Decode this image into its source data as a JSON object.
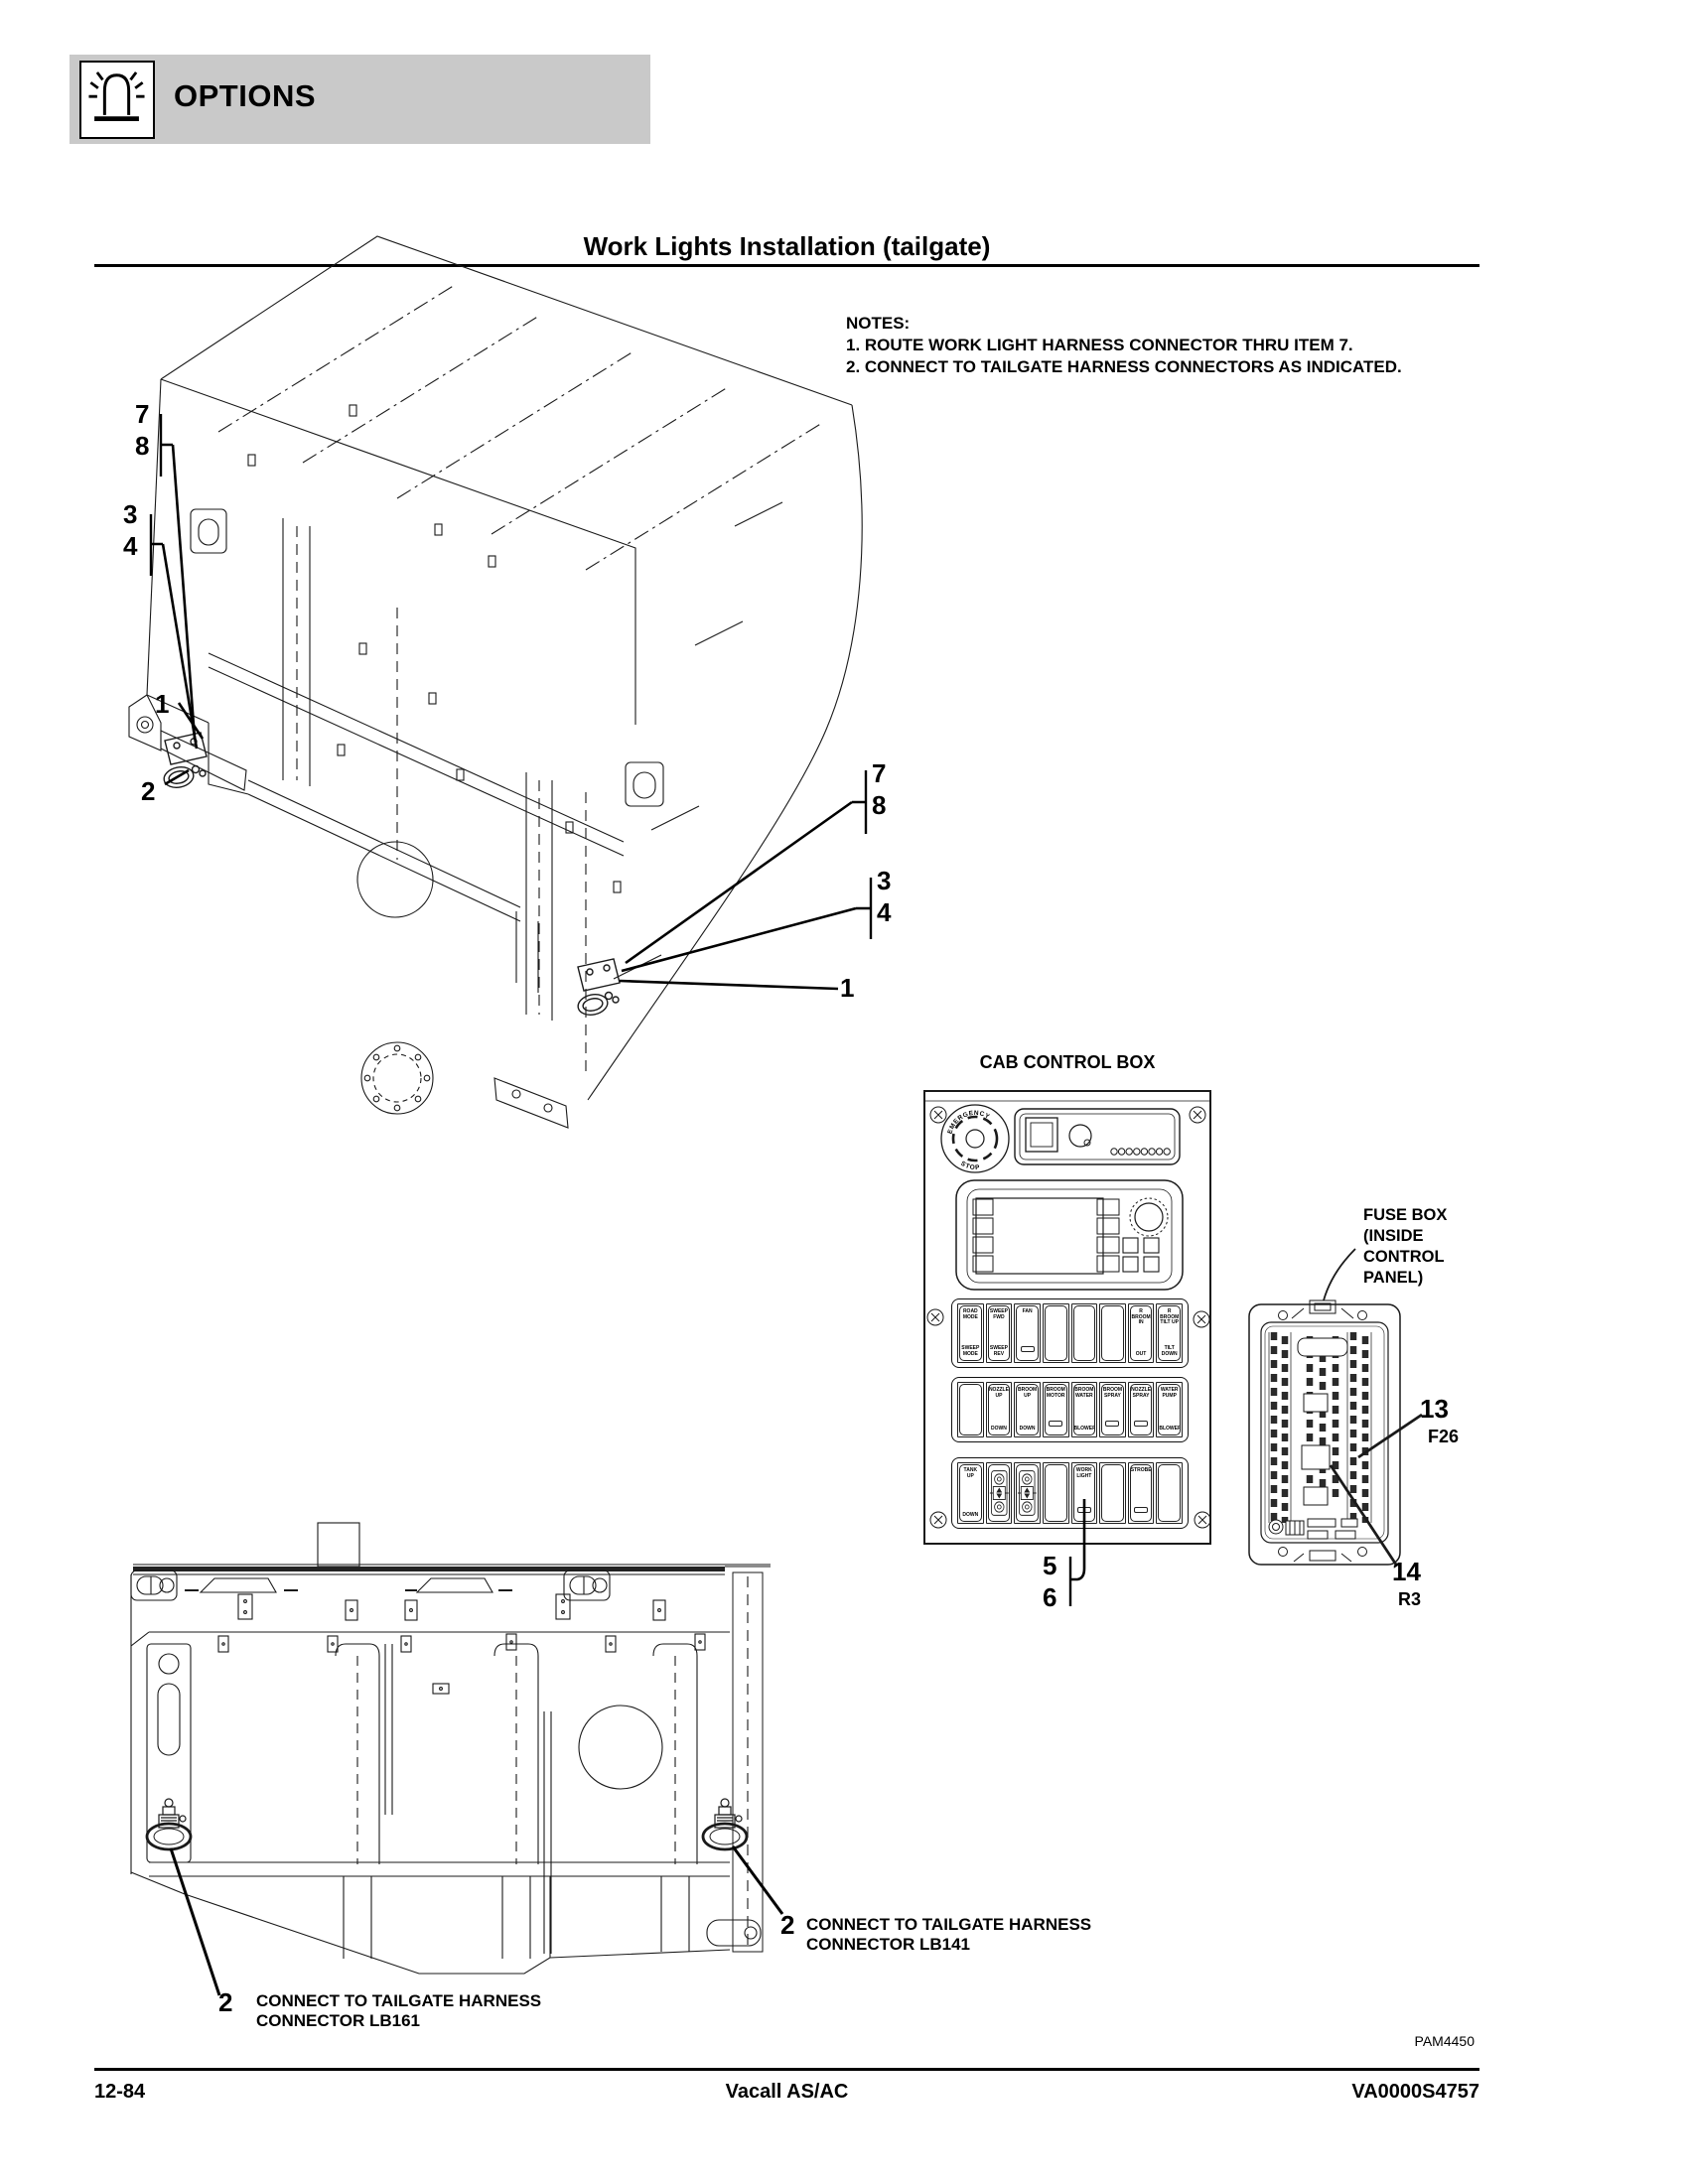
{
  "header": {
    "section_title": "OPTIONS"
  },
  "title": "Work Lights Installation (tailgate)",
  "notes": {
    "heading": "NOTES:",
    "note1": "1. ROUTE WORK LIGHT HARNESS CONNECTOR THRU ITEM 7.",
    "note2": "2. CONNECT TO TAILGATE HARNESS CONNECTORS AS INDICATED."
  },
  "main_diagram": {
    "callouts": {
      "left_78_a": "7",
      "left_78_b": "8",
      "left_34_a": "3",
      "left_34_b": "4",
      "left_1": "1",
      "left_2": "2",
      "right_78_a": "7",
      "right_78_b": "8",
      "right_34_a": "3",
      "right_34_b": "4",
      "right_1": "1"
    }
  },
  "cab_control_box": {
    "title": "CAB CONTROL BOX",
    "estop_top": "EMERGENCY",
    "estop_bottom": "STOP",
    "rows": [
      {
        "switches": [
          {
            "top": "ROAD MODE",
            "bottom": "SWEEP MODE"
          },
          {
            "top": "SWEEP FWD",
            "bottom": "SWEEP REV"
          },
          {
            "top": "FAN",
            "bottom": "",
            "indicator": true
          },
          {
            "top": "",
            "bottom": ""
          },
          {
            "top": "",
            "bottom": ""
          },
          {
            "top": "",
            "bottom": ""
          },
          {
            "top": "R BROOM IN",
            "bottom": "OUT"
          },
          {
            "top": "R BROOM TILT UP",
            "bottom": "TILT DOWN"
          }
        ]
      },
      {
        "switches": [
          {
            "top": "",
            "bottom": ""
          },
          {
            "top": "NOZZLE UP",
            "bottom": "DOWN"
          },
          {
            "top": "BROOM UP",
            "bottom": "DOWN"
          },
          {
            "top": "BROOM MOTOR",
            "bottom": "",
            "indicator": true
          },
          {
            "top": "BROOM WATER",
            "bottom": "BLOWER"
          },
          {
            "top": "BROOM SPRAY",
            "bottom": "",
            "indicator": true
          },
          {
            "top": "NOZZLE SPRAY",
            "bottom": "",
            "indicator": true
          },
          {
            "top": "WATER PUMP",
            "bottom": "BLOWER"
          }
        ]
      },
      {
        "switches": [
          {
            "top": "TANK UP",
            "bottom": "DOWN"
          },
          {
            "top": "",
            "bottom": "",
            "type": "joystick"
          },
          {
            "top": "",
            "bottom": "",
            "type": "joystick"
          },
          {
            "top": "",
            "bottom": ""
          },
          {
            "top": "WORK LIGHT",
            "bottom": "",
            "indicator": true
          },
          {
            "top": "",
            "bottom": ""
          },
          {
            "top": "STROBE",
            "bottom": "",
            "indicator": true
          },
          {
            "top": "",
            "bottom": ""
          }
        ]
      }
    ],
    "callout_5": "5",
    "callout_6": "6"
  },
  "fuse_box": {
    "label_line1": "FUSE BOX",
    "label_line2": "(INSIDE",
    "label_line3": "CONTROL",
    "label_line4": "PANEL)",
    "callout_13": "13",
    "callout_13_ref": "F26",
    "callout_14": "14",
    "callout_14_ref": "R3"
  },
  "tailgate_diagram": {
    "right_callout_num": "2",
    "right_callout_line1": "CONNECT TO TAILGATE HARNESS",
    "right_callout_line2": "CONNECTOR LB141",
    "left_callout_num": "2",
    "left_callout_line1": "CONNECT TO TAILGATE HARNESS",
    "left_callout_line2": "CONNECTOR LB161"
  },
  "figure_code": "PAM4450",
  "footer": {
    "page_number": "12-84",
    "model": "Vacall AS/AC",
    "doc_number": "VA0000S4757"
  }
}
